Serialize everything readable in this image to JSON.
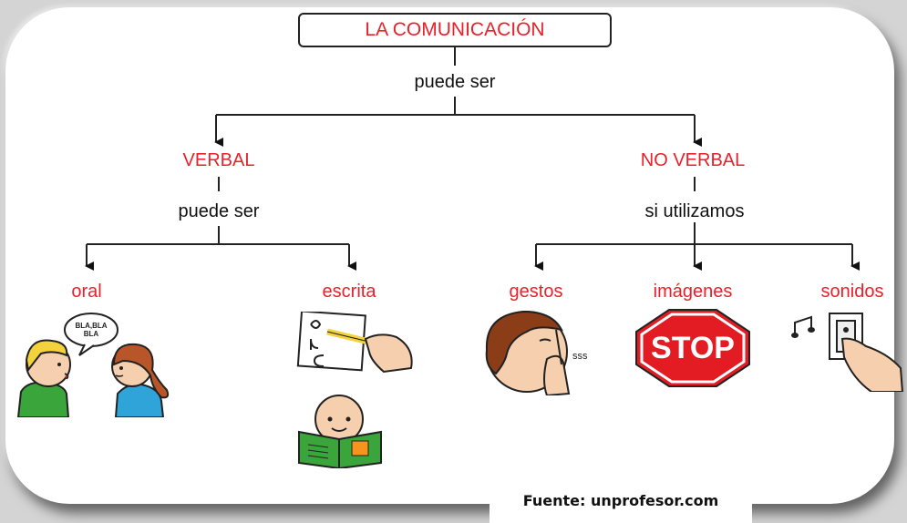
{
  "title": "LA COMUNICACIÓN",
  "connector_top": "puede ser",
  "branches": {
    "verbal": {
      "label": "VERBAL",
      "connector": "puede ser",
      "children": [
        "oral",
        "escrita"
      ]
    },
    "no_verbal": {
      "label": "NO VERBAL",
      "connector": "si utilizamos",
      "children": [
        "gestos",
        "imágenes",
        "sonidos"
      ]
    }
  },
  "illustrations": {
    "speech_bubble_text": "BLA,BLA BLA",
    "sss_text": "sss",
    "stop_text": "STOP"
  },
  "source": "Fuente: unprofesor.com",
  "colors": {
    "label_red": "#e8212a",
    "stop_red": "#e31b23",
    "background": "#d4d4d4"
  }
}
